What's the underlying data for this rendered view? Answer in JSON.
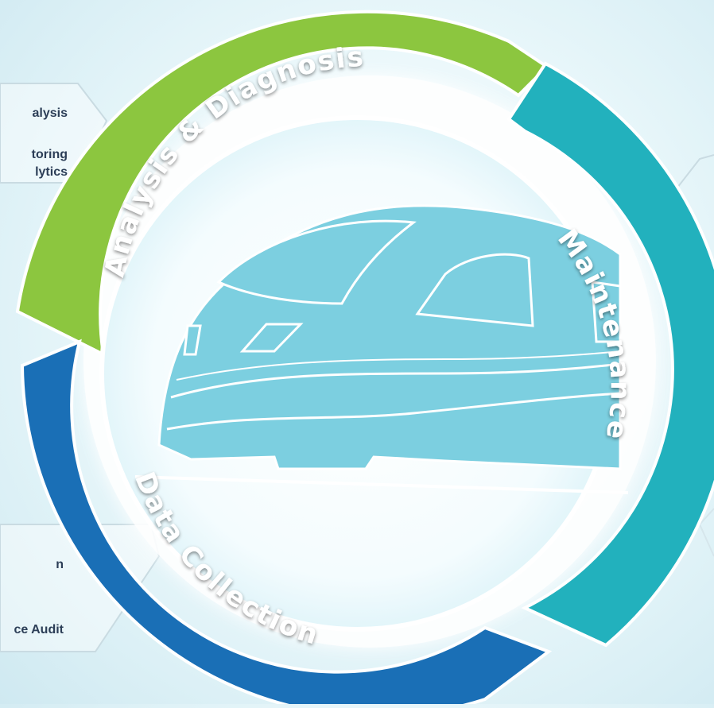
{
  "cycle": {
    "stages": [
      {
        "label": "Analysis & Diagnosis",
        "color": "#8cc63f"
      },
      {
        "label": "Maintenance",
        "color": "#22b1bd"
      },
      {
        "label": "Data Collection",
        "color": "#1a6fb6"
      }
    ]
  },
  "left_top_panel": {
    "items": [
      "alysis",
      "toring",
      "lytics"
    ]
  },
  "left_bottom_panel": {
    "items": [
      "n",
      "ce Audit"
    ]
  },
  "colors": {
    "train": "#7ccfe0",
    "train_outline": "#ffffff",
    "panel_border": "#c9dbe2",
    "text": "#2c3e57"
  }
}
